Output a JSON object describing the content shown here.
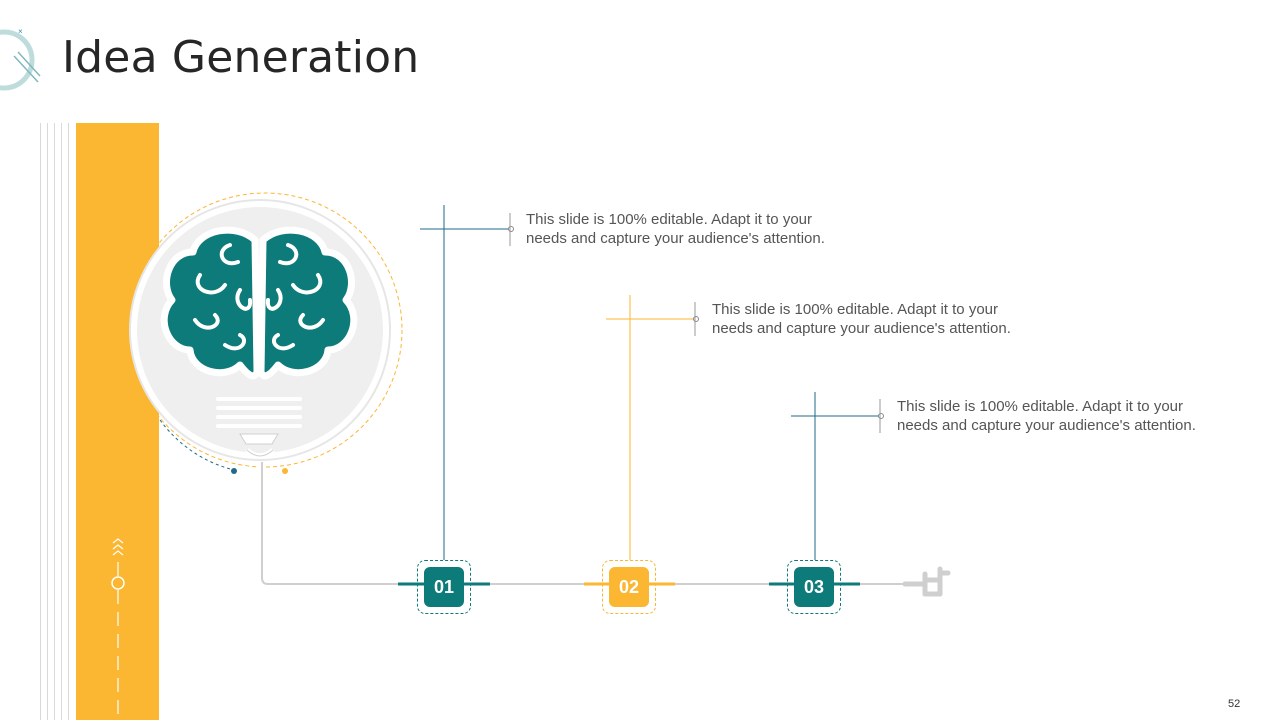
{
  "slide": {
    "title": "Idea Generation",
    "page_number": "52"
  },
  "colors": {
    "teal": "#0D7B7A",
    "orange": "#FBB632",
    "dark_blue": "#1F6A8A",
    "gray_line": "#D0D0D0"
  },
  "steps": [
    {
      "number": "01",
      "text": "This slide is 100% editable. Adapt it to your needs and capture your audience's attention.",
      "color": "#0D7B7A"
    },
    {
      "number": "02",
      "text": "This slide is 100% editable. Adapt it to your needs and capture your audience's attention.",
      "color": "#FBB632"
    },
    {
      "number": "03",
      "text": "This slide is 100% editable. Adapt it to your needs and capture your audience's attention.",
      "color": "#0D7B7A"
    }
  ],
  "icons": {
    "logo": "circle-logo-icon",
    "brain": "brain-bulb-icon",
    "plug": "plug-icon",
    "chevrons": "chevron-up-icon"
  }
}
